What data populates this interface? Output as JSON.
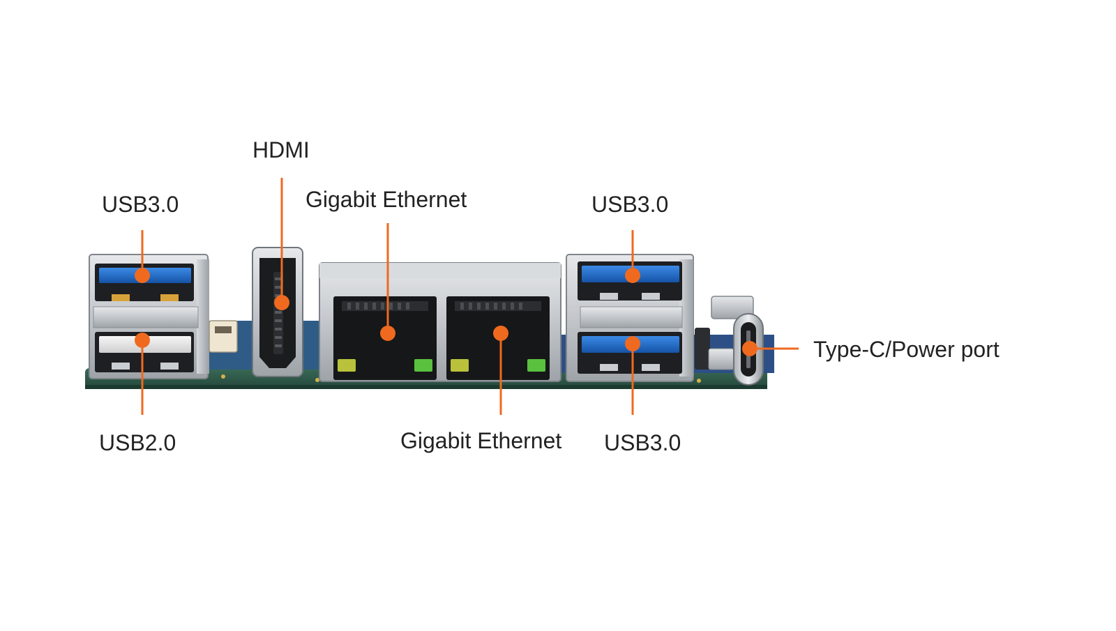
{
  "colors": {
    "background": "#ffffff",
    "callout": "#ef6a1f",
    "label_text": "#222222",
    "pcb_green": "#2f5f4a",
    "pcb_blue": "#2d4f86",
    "usb3_blue": "#1f6fd1",
    "usb2_white": "#e9e9e9",
    "metal": "#c9ccd0",
    "metal_dark": "#8d9297"
  },
  "labels": {
    "usb3_left_top": "USB3.0",
    "usb2_left_bottom": "USB2.0",
    "hdmi": "HDMI",
    "gigabit_ethernet_top": "Gigabit Ethernet",
    "gigabit_ethernet_bottom": "Gigabit Ethernet",
    "usb3_right_top": "USB3.0",
    "usb3_right_bottom": "USB3.0",
    "type_c_power": "Type-C/Power port"
  },
  "icons": {
    "usb_stack_left": "usb-stack-icon",
    "hdmi_port": "hdmi-port-icon",
    "ethernet_port": "rj45-port-icon",
    "usb_stack_right": "usb-stack-icon",
    "type_c_port": "usb-c-port-icon"
  }
}
